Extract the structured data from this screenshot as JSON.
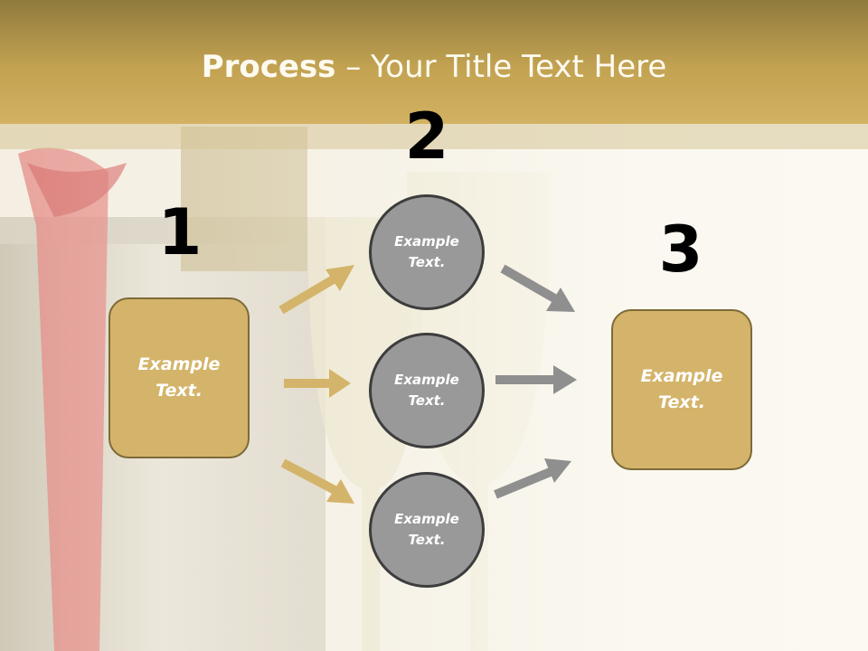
{
  "header": {
    "title_bold": "Process",
    "title_rest": " – Your Title Text Here"
  },
  "steps": {
    "one": "1",
    "two": "2",
    "three": "3"
  },
  "left_box": {
    "line1": "Example",
    "line2": "Text."
  },
  "right_box": {
    "line1": "Example",
    "line2": "Text."
  },
  "circles": [
    {
      "line1": "Example",
      "line2": "Text."
    },
    {
      "line1": "Example",
      "line2": "Text."
    },
    {
      "line1": "Example",
      "line2": "Text."
    }
  ],
  "colors": {
    "gold_box": "#d4b46a",
    "gray_circle": "#999999",
    "gold_arrow": "#d4b46a",
    "gray_arrow": "#8f8f8f",
    "header_gold": "#c3a352"
  }
}
